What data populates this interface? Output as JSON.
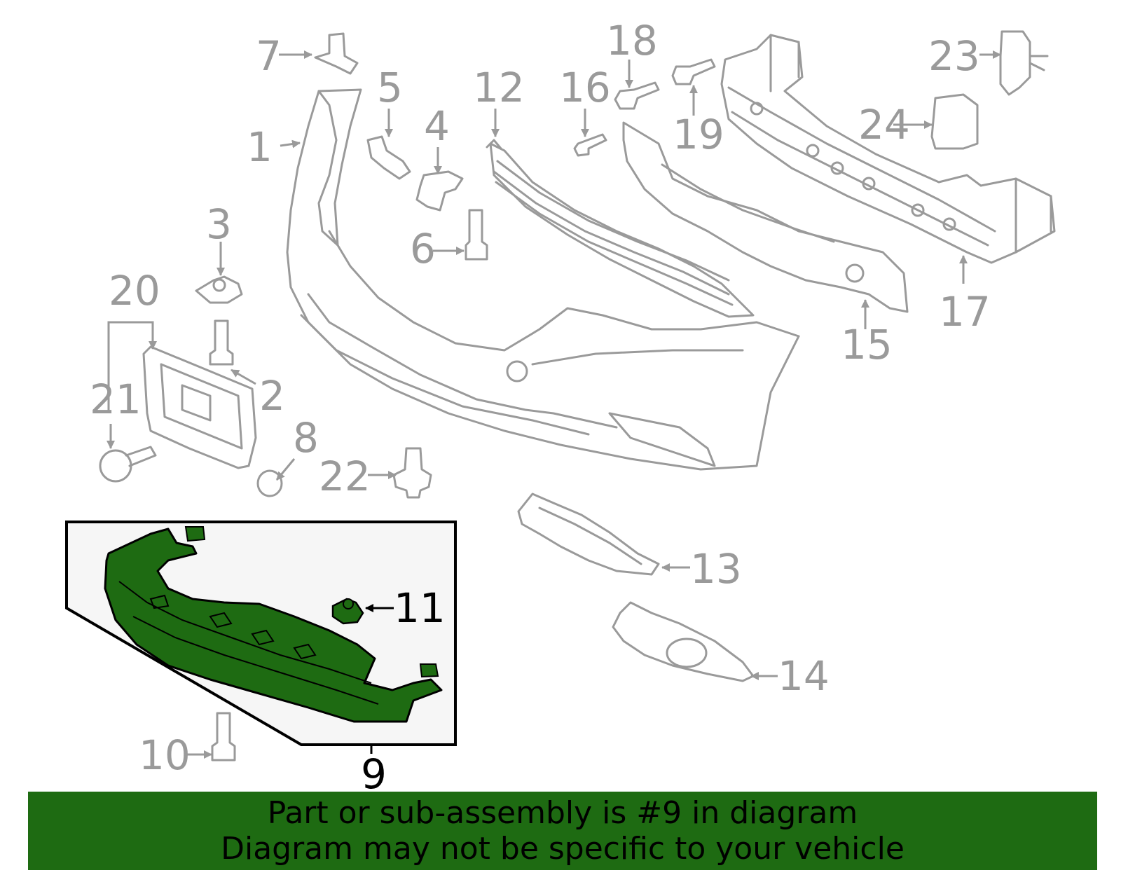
{
  "diagram": {
    "callouts": [
      "1",
      "2",
      "3",
      "4",
      "5",
      "6",
      "7",
      "8",
      "9",
      "10",
      "11",
      "12",
      "13",
      "14",
      "15",
      "16",
      "17",
      "18",
      "19",
      "20",
      "21",
      "22",
      "23",
      "24"
    ],
    "highlighted_part": "9"
  },
  "banner": {
    "line1": "Part or sub-assembly is #9 in diagram",
    "line2": "Diagram may not be specific to your vehicle",
    "color": "#1e6b12"
  },
  "colors": {
    "part_outline": "#9a9a9a",
    "highlight_fill": "#1e6b12",
    "inset_bg": "#f6f6f6"
  }
}
